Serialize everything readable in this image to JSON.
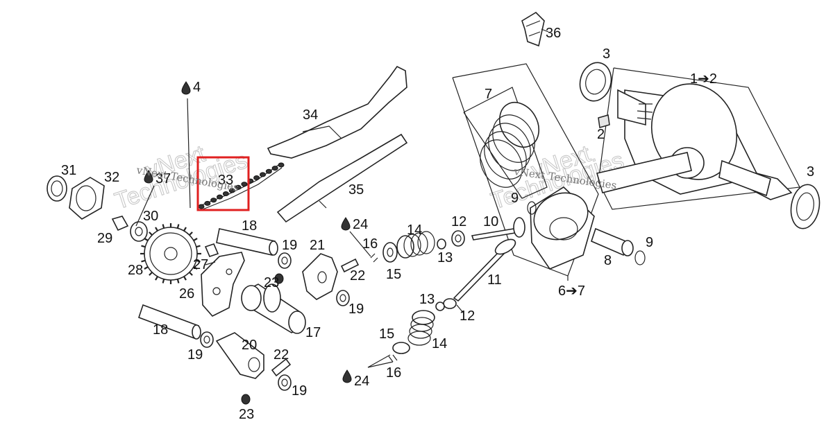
{
  "highlight": {
    "color": "#e02020"
  },
  "watermarks": [
    {
      "line1": "vNext",
      "line2": "Technologies"
    },
    {
      "line1": "vNext",
      "line2": "Technologies"
    }
  ],
  "labels": {
    "l1to2": "1➔2",
    "l2": "2",
    "l3a": "3",
    "l3b": "3",
    "l4": "4",
    "l6to7": "6➔7",
    "l7": "7",
    "l8": "8",
    "l9a": "9",
    "l9b": "9",
    "l10": "10",
    "l11": "11",
    "l12a": "12",
    "l12b": "12",
    "l13a": "13",
    "l13b": "13",
    "l14a": "14",
    "l14b": "14",
    "l15a": "15",
    "l15b": "15",
    "l16a": "16",
    "l16b": "16",
    "l17": "17",
    "l18a": "18",
    "l18b": "18",
    "l19a": "19",
    "l19b": "19",
    "l19c": "19",
    "l19d": "19",
    "l20": "20",
    "l21": "21",
    "l22a": "22",
    "l22b": "22",
    "l23a": "23",
    "l23b": "23",
    "l24a": "24",
    "l24b": "24",
    "l26": "26",
    "l27": "27",
    "l28": "28",
    "l29": "29",
    "l30": "30",
    "l31": "31",
    "l32": "32",
    "l33": "33",
    "l34": "34",
    "l35": "35",
    "l36": "36",
    "l37": "37"
  }
}
